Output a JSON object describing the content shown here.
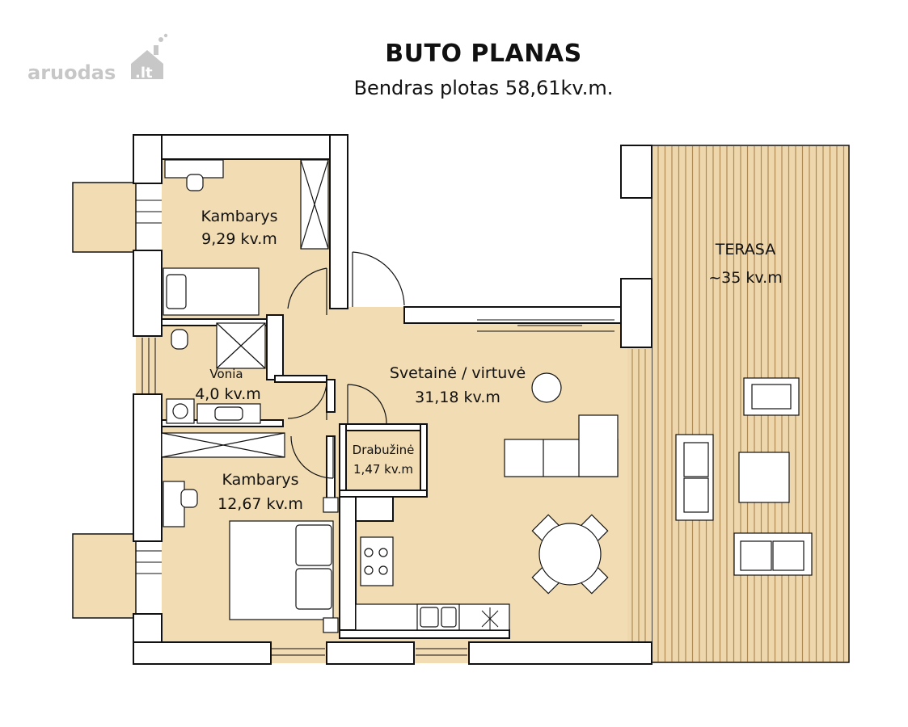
{
  "header": {
    "title": "BUTO PLANAS",
    "subtitle": "Bendras plotas 58,61kv.m."
  },
  "logo": {
    "text": "aruodas",
    "suffix": ".lt",
    "icon": "house-chimney-icon"
  },
  "rooms": {
    "bedroom1": {
      "name": "Kambarys",
      "area": "9,29 kv.m"
    },
    "bathroom": {
      "name": "Vonia",
      "area": "4,0 kv.m"
    },
    "bedroom2": {
      "name": "Kambarys",
      "area": "12,67 kv.m"
    },
    "living": {
      "name": "Svetainė / virtuvė",
      "area": "31,18 kv.m"
    },
    "wardrobe": {
      "name": "Drabužinė",
      "area": "1,47 kv.m"
    },
    "terrace": {
      "name": "TERASA",
      "area": "~35 kv.m"
    }
  },
  "colors": {
    "floor": "#f2dcb3",
    "terrace": "#eed7ad",
    "terrace_lines": "#b08a55",
    "wall": "#111111",
    "furniture": "#ffffff",
    "logo": "#c7c7c7"
  }
}
